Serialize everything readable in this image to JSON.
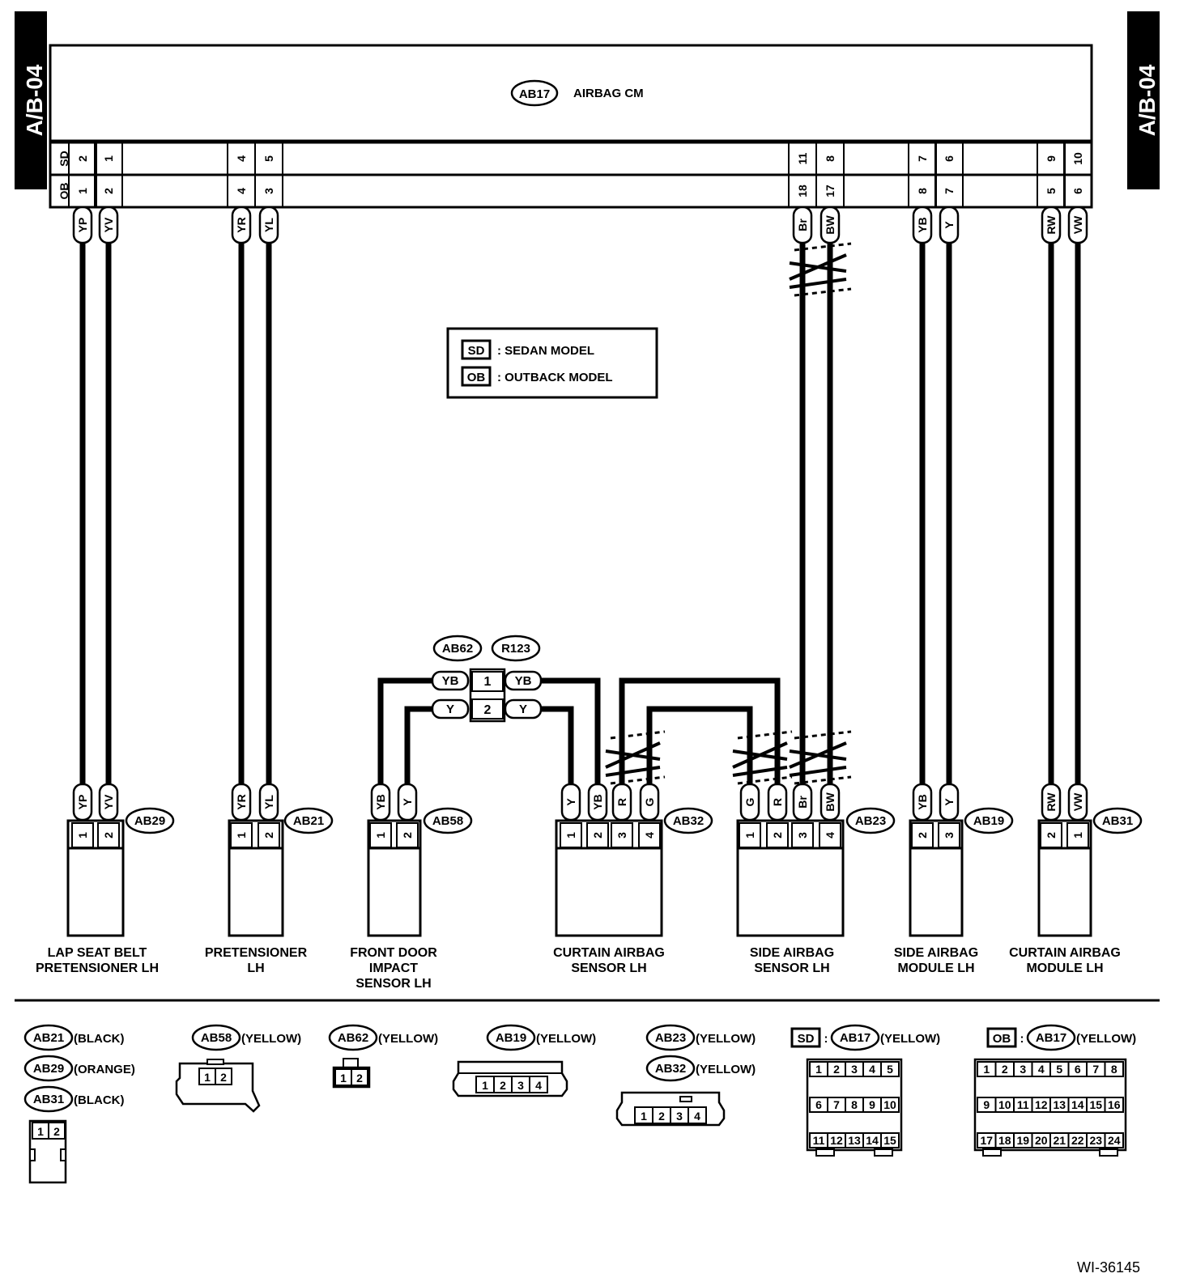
{
  "page_tag": "A/B-04",
  "module": {
    "connector": "AB17",
    "name": "AIRBAG CM"
  },
  "pin_rows": {
    "sedan": "SD",
    "outback": "OB"
  },
  "module_pins": {
    "sd": [
      "2",
      "1",
      "4",
      "5",
      "11",
      "8",
      "7",
      "6",
      "9",
      "10"
    ],
    "ob": [
      "1",
      "2",
      "4",
      "3",
      "18",
      "17",
      "8",
      "7",
      "5",
      "6"
    ],
    "wires": [
      "YP",
      "YV",
      "YR",
      "YL",
      "Br",
      "BW",
      "YB",
      "Y",
      "RW",
      "VW"
    ]
  },
  "legend": [
    {
      "code": "SD",
      "text": ": SEDAN MODEL"
    },
    {
      "code": "OB",
      "text": ": OUTBACK MODEL"
    }
  ],
  "junction": {
    "left_connector": "AB62",
    "right_connector": "R123",
    "rows": [
      {
        "left_wire": "YB",
        "pin": "1",
        "right_wire": "YB"
      },
      {
        "left_wire": "Y",
        "pin": "2",
        "right_wire": "Y"
      }
    ]
  },
  "components": [
    {
      "connector": "AB29",
      "label_lines": [
        "LAP SEAT BELT",
        "PRETENSIONER LH"
      ],
      "wires": [
        "YP",
        "YV"
      ],
      "pins": [
        "1",
        "2"
      ]
    },
    {
      "connector": "AB21",
      "label_lines": [
        "PRETENSIONER",
        "LH"
      ],
      "wires": [
        "YR",
        "YL"
      ],
      "pins": [
        "1",
        "2"
      ]
    },
    {
      "connector": "AB58",
      "label_lines": [
        "FRONT DOOR",
        "IMPACT",
        "SENSOR LH"
      ],
      "wires": [
        "YB",
        "Y"
      ],
      "pins": [
        "1",
        "2"
      ]
    },
    {
      "connector": "AB32",
      "label_lines": [
        "CURTAIN AIRBAG",
        "SENSOR LH"
      ],
      "wires": [
        "Y",
        "YB",
        "R",
        "G"
      ],
      "pins": [
        "1",
        "2",
        "3",
        "4"
      ]
    },
    {
      "connector": "AB23",
      "label_lines": [
        "SIDE AIRBAG",
        "SENSOR LH"
      ],
      "wires": [
        "G",
        "R",
        "Br",
        "BW"
      ],
      "pins": [
        "1",
        "2",
        "3",
        "4"
      ]
    },
    {
      "connector": "AB19",
      "label_lines": [
        "SIDE AIRBAG",
        "MODULE LH"
      ],
      "wires": [
        "YB",
        "Y"
      ],
      "pins": [
        "2",
        "3"
      ]
    },
    {
      "connector": "AB31",
      "label_lines": [
        "CURTAIN AIRBAG",
        "MODULE LH"
      ],
      "wires": [
        "RW",
        "VW"
      ],
      "pins": [
        "2",
        "1"
      ]
    }
  ],
  "connector_views": {
    "ab21": {
      "code": "AB21",
      "color": "(BLACK)"
    },
    "ab29": {
      "code": "AB29",
      "color": "(ORANGE)"
    },
    "ab31": {
      "code": "AB31",
      "color": "(BLACK)"
    },
    "ab58": {
      "code": "AB58",
      "color": "(YELLOW)"
    },
    "ab62": {
      "code": "AB62",
      "color": "(YELLOW)"
    },
    "ab19": {
      "code": "AB19",
      "color": "(YELLOW)"
    },
    "ab23": {
      "code": "AB23",
      "color": "(YELLOW)"
    },
    "ab32": {
      "code": "AB32",
      "color": "(YELLOW)"
    },
    "ab17_sd": {
      "model": "SD",
      "code": "AB17",
      "color": "(YELLOW)"
    },
    "ab17_ob": {
      "model": "OB",
      "code": "AB17",
      "color": "(YELLOW)"
    },
    "pins_2": [
      "1",
      "2"
    ],
    "pins_4": [
      "1",
      "2",
      "3",
      "4"
    ],
    "pins_15": [
      "1",
      "2",
      "3",
      "4",
      "5",
      "6",
      "7",
      "8",
      "9",
      "10",
      "11",
      "12",
      "13",
      "14",
      "15"
    ],
    "pins_24": [
      "1",
      "2",
      "3",
      "4",
      "5",
      "6",
      "7",
      "8",
      "9",
      "10",
      "11",
      "12",
      "13",
      "14",
      "15",
      "16",
      "17",
      "18",
      "19",
      "20",
      "21",
      "22",
      "23",
      "24"
    ]
  },
  "figure_id": "WI-36145"
}
